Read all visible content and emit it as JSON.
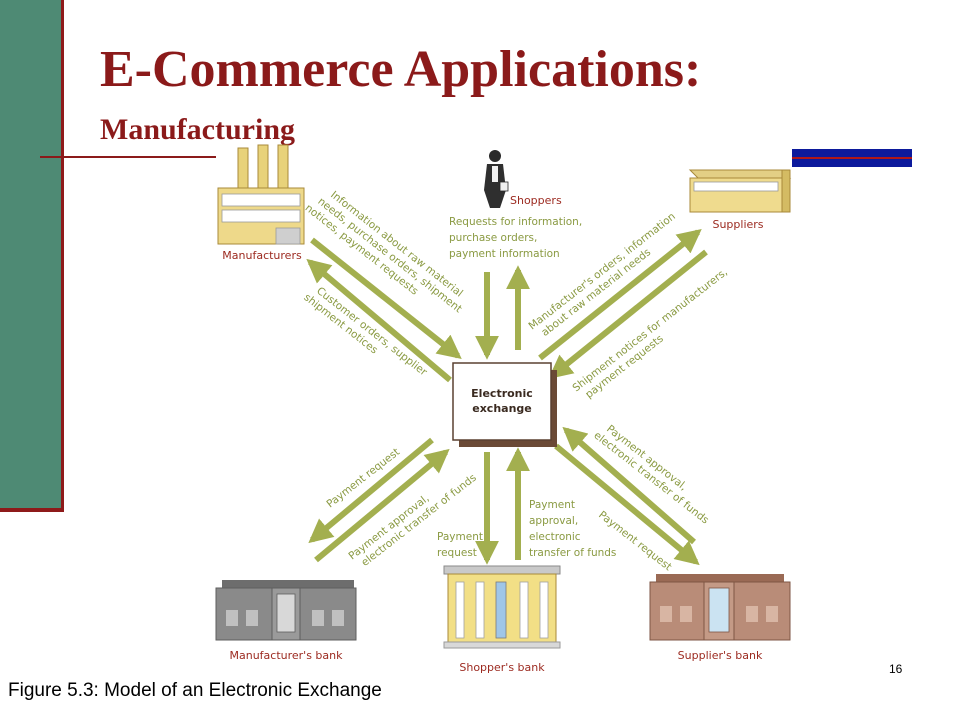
{
  "slide": {
    "title": "E-Commerce Applications:",
    "subtitle": "Manufacturing",
    "caption": "Figure 5.3: Model of an Electronic Exchange",
    "page_number": "16"
  },
  "colors": {
    "accent": "#8b1a1a",
    "sidebar": "#4e8a74",
    "band": "#0c1a9c",
    "arrow": "#a3af4f",
    "label": "#9c2a20"
  },
  "diagram": {
    "center": {
      "line1": "Electronic",
      "line2": "exchange"
    },
    "nodes": {
      "manufacturers": "Manufacturers",
      "shoppers": "Shoppers",
      "suppliers": "Suppliers",
      "manufacturers_bank": "Manufacturer's bank",
      "shoppers_bank": "Shopper's bank",
      "suppliers_bank": "Supplier's bank"
    },
    "flows": {
      "mfr_out": [
        "Information about raw material",
        "needs, purchase orders, shipment",
        "notices, payment requests"
      ],
      "mfr_in": [
        "Customer orders, supplier",
        "shipment notices"
      ],
      "shop_out": [
        "Requests for information,",
        "purchase orders,",
        "payment information"
      ],
      "sup_in": [
        "Manufacturer's orders, information",
        "about raw material needs"
      ],
      "sup_out": [
        "Shipment notices for manufacturers,",
        "payment requests"
      ],
      "mbank_in": [
        "Payment request"
      ],
      "mbank_out": [
        "Payment approval,",
        "electronic transfer of funds"
      ],
      "sbank_in": [
        "Payment",
        "request"
      ],
      "sbank_out": [
        "Payment",
        "approval,",
        "electronic",
        "transfer of funds"
      ],
      "supbank_out": [
        "Payment approval,",
        "electronic transfer of funds"
      ],
      "supbank_in": [
        "Payment request"
      ]
    }
  }
}
